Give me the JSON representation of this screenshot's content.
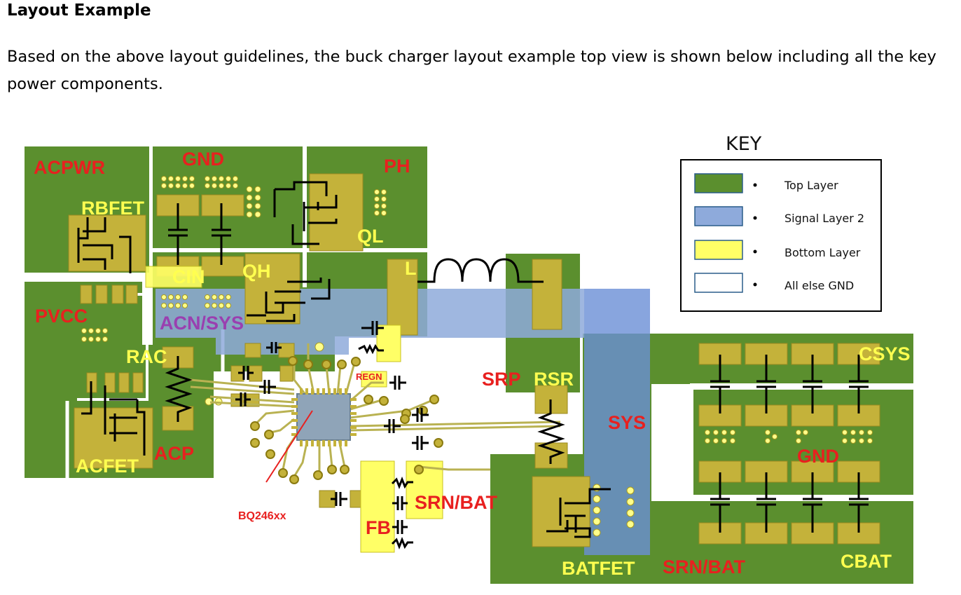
{
  "heading": "Layout Example",
  "paragraph": "Based on the above layout guidelines, the buck charger layout example top view is shown below including all the key power components.",
  "key": {
    "title": "KEY",
    "items": [
      {
        "label": "Top Layer",
        "color": "#5b8f2e"
      },
      {
        "label": "Signal Layer 2",
        "color": "#8eaadb"
      },
      {
        "label": "Bottom Layer",
        "color": "#ffff66"
      },
      {
        "label": "All else GND",
        "color": "#ffffff"
      }
    ]
  },
  "labels": {
    "acpwr": "ACPWR",
    "gnd_top": "GND",
    "ph": "PH",
    "rbfet": "RBFET",
    "ql": "QL",
    "cin": "CIN",
    "qh": "QH",
    "l": "L",
    "pvcc": "PVCC",
    "acn_sys": "ACN/SYS",
    "rac": "RAC",
    "regn": "REGN",
    "srp": "SRP",
    "rsr": "RSR",
    "csys": "CSYS",
    "sys": "SYS",
    "gnd_right": "GND",
    "acp": "ACP",
    "acfet": "ACFET",
    "srn_bat_mid": "SRN/BAT",
    "bq": "BQ246xx",
    "fb": "FB",
    "batfet": "BATFET",
    "srn_bat_bottom": "SRN/BAT",
    "cbat": "CBAT"
  },
  "colors": {
    "top_layer": "#5b8f2e",
    "signal_layer": "#8eaadb",
    "bottom_layer": "#ffff66",
    "pad": "#c4b23a",
    "label_red": "#e8201f",
    "label_yellow": "#ffff50"
  }
}
